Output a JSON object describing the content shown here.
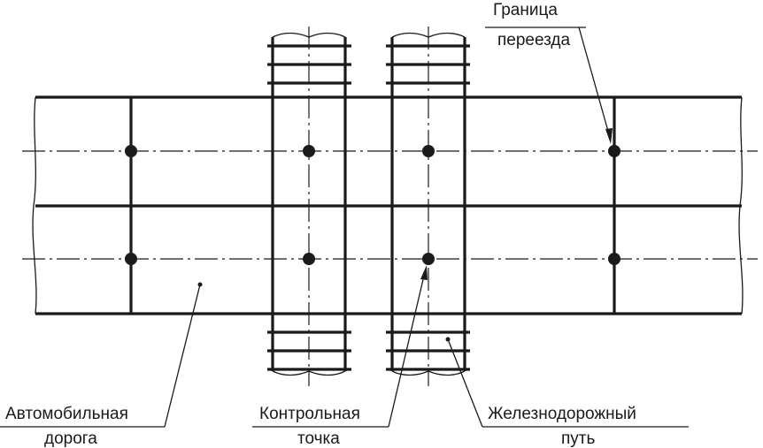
{
  "labels": {
    "crossing_boundary": [
      "Граница",
      "переезда"
    ],
    "road": [
      "Автомобильная",
      "дорога"
    ],
    "control_point": [
      "Контрольная",
      "точка"
    ],
    "railway_track": [
      "Железнодорожный",
      "путь"
    ]
  },
  "colors": {
    "ink": "#1a1a1a",
    "background": "#ffffff"
  }
}
